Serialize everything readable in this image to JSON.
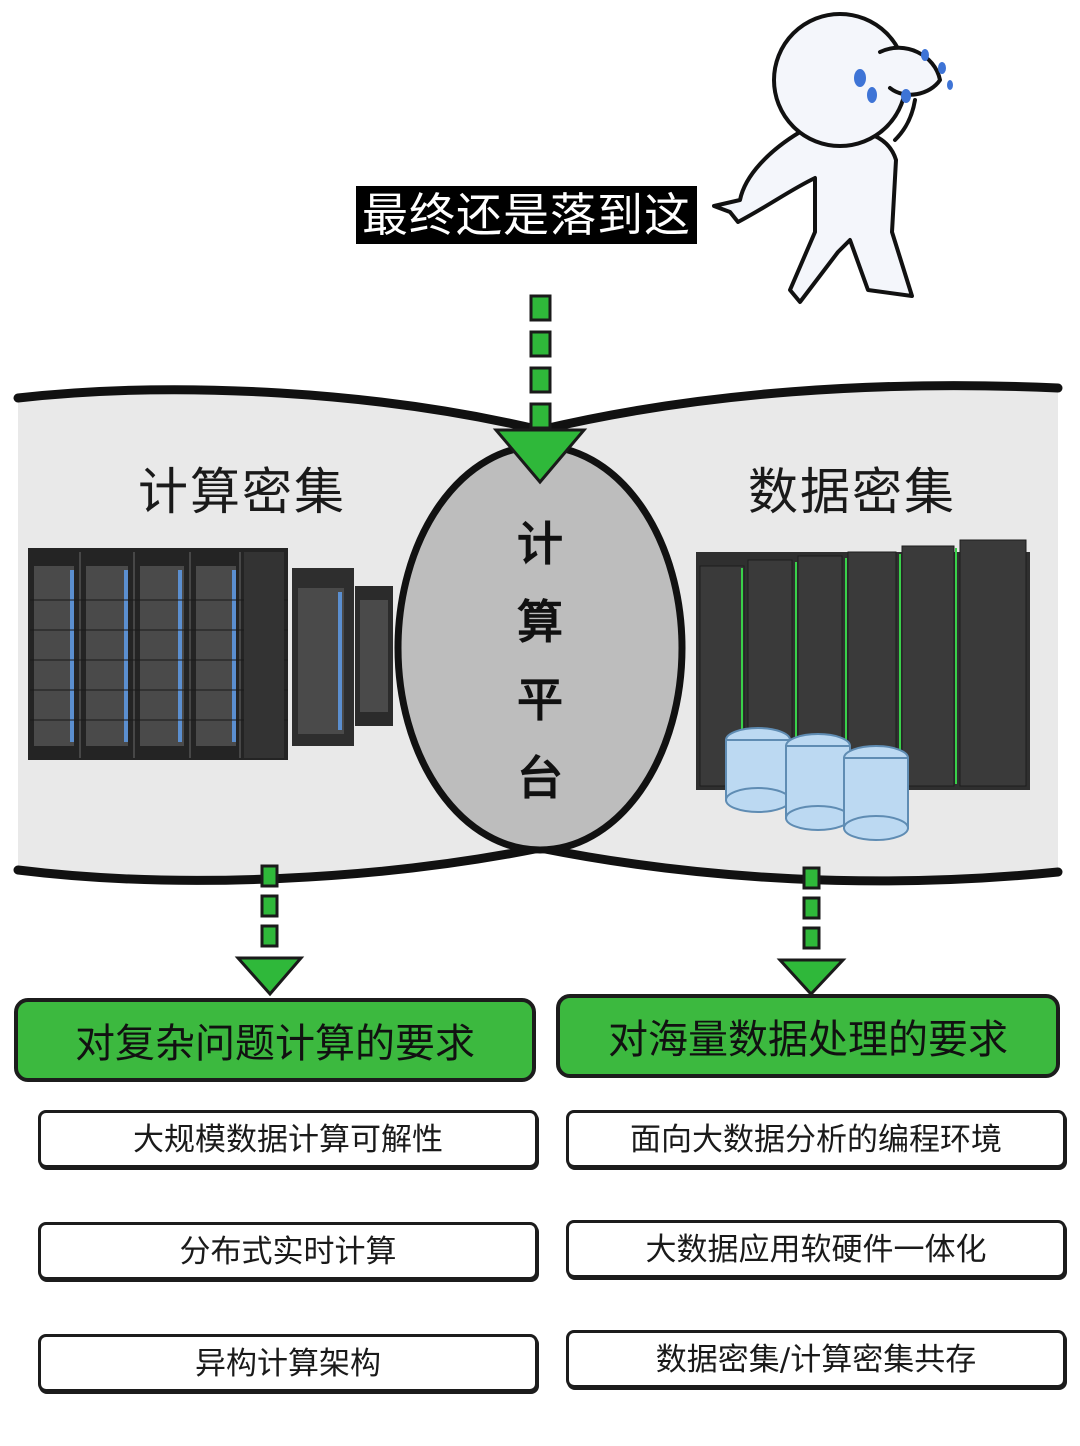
{
  "caption": "最终还是落到这",
  "left_section": {
    "title": "计算密集",
    "requirement": "对复杂问题计算的要求",
    "items": [
      "大规模数据计算可解性",
      "分布式实时计算",
      "异构计算架构"
    ]
  },
  "right_section": {
    "title": "数据密集",
    "requirement": "对海量数据处理的要求",
    "items": [
      "面向大数据分析的编程环境",
      "大数据应用软硬件一体化",
      "数据密集/计算密集共存"
    ]
  },
  "center": {
    "chars": [
      "计",
      "算",
      "平",
      "台"
    ]
  },
  "colors": {
    "accent_green": "#3cb93f",
    "band_gray": "#e9e9e9",
    "oval_gray": "#bdbdbd"
  }
}
